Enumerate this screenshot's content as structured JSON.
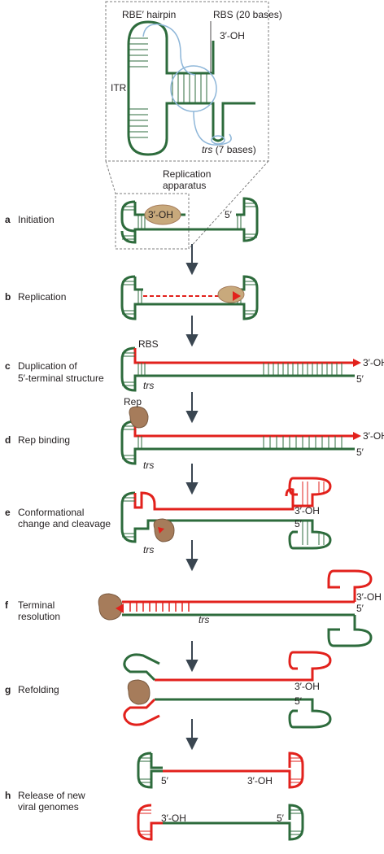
{
  "colors": {
    "parent": "#2d6b3c",
    "new": "#e2211c",
    "rep": "#a67c5b",
    "rep_light": "#c8a97c",
    "loop": "#8fb7d9",
    "arrow": "#3a4651",
    "dash": "#7f7f7f"
  },
  "inset": {
    "rbe_hairpin": "RBE′ hairpin",
    "rbs": "RBS (20 bases)",
    "oh": "3′-OH",
    "itr": "ITR",
    "trs_name": "trs",
    "trs_suffix": "(7 bases)"
  },
  "apparatus": {
    "line1": "Replication",
    "line2": "apparatus"
  },
  "steps": [
    {
      "letter": "a",
      "line1": "Initiation",
      "line2": ""
    },
    {
      "letter": "b",
      "line1": "Replication",
      "line2": ""
    },
    {
      "letter": "c",
      "line1": "Duplication of",
      "line2": "5′-terminal structure"
    },
    {
      "letter": "d",
      "line1": "Rep binding",
      "line2": ""
    },
    {
      "letter": "e",
      "line1": "Conformational",
      "line2": "change and cleavage"
    },
    {
      "letter": "f",
      "line1": "Terminal",
      "line2": "resolution"
    },
    {
      "letter": "g",
      "line1": "Refolding",
      "line2": ""
    },
    {
      "letter": "h",
      "line1": "Release of new",
      "line2": "viral genomes"
    }
  ],
  "ann": {
    "oh": "3′-OH",
    "five": "5′",
    "rbs": "RBS",
    "trs": "trs",
    "rep": "Rep"
  }
}
